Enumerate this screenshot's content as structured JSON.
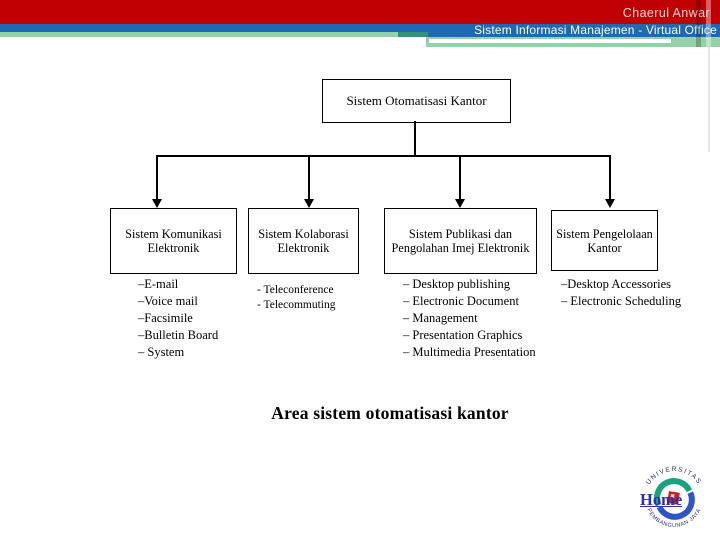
{
  "header": {
    "author": "Chaerul Anwar",
    "subtitle": "Sistem Informasi Manajemen - Virtual Office",
    "colors": {
      "band_red": "#c00000",
      "band_blue": "#1d6ab3",
      "band_green": "#93d1a7",
      "accent_teal": "#35907a",
      "author_text": "#ffd9d9",
      "subtitle_text": "#ffffff"
    }
  },
  "diagram": {
    "root_label": "Sistem Otomatisasi Kantor",
    "branches": [
      {
        "label": "Sistem Komunikasi Elektronik",
        "items": [
          "–E-mail",
          "–Voice mail",
          "–Facsimile",
          "–Bulletin Board",
          "– System"
        ]
      },
      {
        "label": "Sistem Kolaborasi Elektronik",
        "items": [
          "- Teleconference",
          "- Telecommuting"
        ]
      },
      {
        "label": "Sistem Publikasi dan Pengolahan Imej Elektronik",
        "items": [
          "– Desktop publishing",
          "– Electronic Document",
          "– Management",
          "– Presentation Graphics",
          "– Multimedia Presentation"
        ]
      },
      {
        "label": "Sistem Pengelolaan Kantor",
        "items": [
          "–Desktop Accessories",
          "– Electronic Scheduling"
        ]
      }
    ],
    "caption": "Area sistem otomatisasi kantor"
  },
  "footer": {
    "home_label": "Home",
    "home_color": "#2d2db0",
    "logo": {
      "top_arc": "UNIVERSITAS",
      "bottom_arc": "PEMBANGUNAN JAYA"
    }
  }
}
